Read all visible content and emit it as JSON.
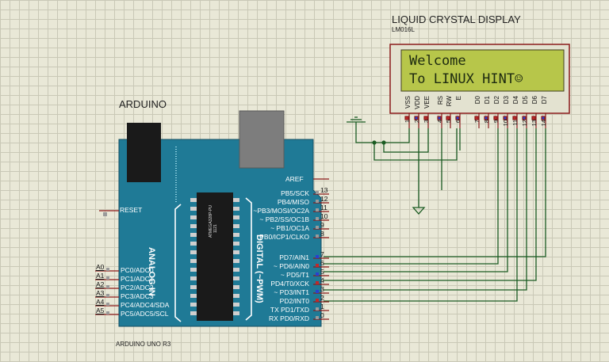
{
  "lcd": {
    "title": "LIQUID CRYSTAL DISPLAY",
    "model": "LM016L",
    "line1": "Welcome",
    "line2": "To LINUX HINT☺",
    "pins": [
      {
        "name": "VSS",
        "num": "1"
      },
      {
        "name": "VDD",
        "num": "2"
      },
      {
        "name": "VEE",
        "num": "3"
      },
      {
        "name": "RS",
        "num": "4"
      },
      {
        "name": "RW",
        "num": "5"
      },
      {
        "name": "E",
        "num": "6"
      },
      {
        "name": "D0",
        "num": "7"
      },
      {
        "name": "D1",
        "num": "8"
      },
      {
        "name": "D2",
        "num": "9"
      },
      {
        "name": "D3",
        "num": "10"
      },
      {
        "name": "D4",
        "num": "11"
      },
      {
        "name": "D5",
        "num": "12"
      },
      {
        "name": "D6",
        "num": "13"
      },
      {
        "name": "D7",
        "num": "14"
      }
    ]
  },
  "arduino": {
    "title": "ARDUINO",
    "model": "ARDUINO UNO R3",
    "reset_label": "RESET",
    "analog_label": "ANALOG IN",
    "digital_label": "DIGITAL (~PWM)",
    "chip_label": "ATMEGA328P-PU",
    "chip_num": "1121",
    "aref_label": "AREF",
    "right_pins_top": [
      {
        "label": "PB5/SCK",
        "num": "13"
      },
      {
        "label": "PB4/MISO",
        "num": "12"
      },
      {
        "label": "~PB3/MOSI/OC2A",
        "num": "11"
      },
      {
        "label": "~ PB2/SS/OC1B",
        "num": "10"
      },
      {
        "label": "~ PB1/OC1A",
        "num": "9"
      },
      {
        "label": "PB0/ICP1/CLKO",
        "num": "8"
      }
    ],
    "right_pins_bottom": [
      {
        "label": "PD7/AIN1",
        "num": "7"
      },
      {
        "label": "~ PD6/AIN0",
        "num": "6"
      },
      {
        "label": "~ PD5/T1",
        "num": "5"
      },
      {
        "label": "PD4/T0/XCK",
        "num": "4"
      },
      {
        "label": "~ PD3/INT1",
        "num": "3"
      },
      {
        "label": "PD2/INT0",
        "num": "2"
      },
      {
        "label": "TX PD1/TXD",
        "num": "1"
      },
      {
        "label": "RX PD0/RXD",
        "num": "0"
      }
    ],
    "left_pins": [
      {
        "label": "PC0/ADC0",
        "name": "A0"
      },
      {
        "label": "PC1/ADC1",
        "name": "A1"
      },
      {
        "label": "PC2/ADC2",
        "name": "A2"
      },
      {
        "label": "PC3/ADC3",
        "name": "A3"
      },
      {
        "label": "PC4/ADC4/SDA",
        "name": "A4"
      },
      {
        "label": "PC5/ADC5/SCL",
        "name": "A5"
      }
    ]
  },
  "colors": {
    "board": "#1f7a96",
    "lcd_screen": "#b7c64a",
    "wire": "#1b5b22",
    "pin_red": "#c0282a",
    "pin_blue": "#2a3fd0",
    "lead": "#8a1a1a"
  }
}
